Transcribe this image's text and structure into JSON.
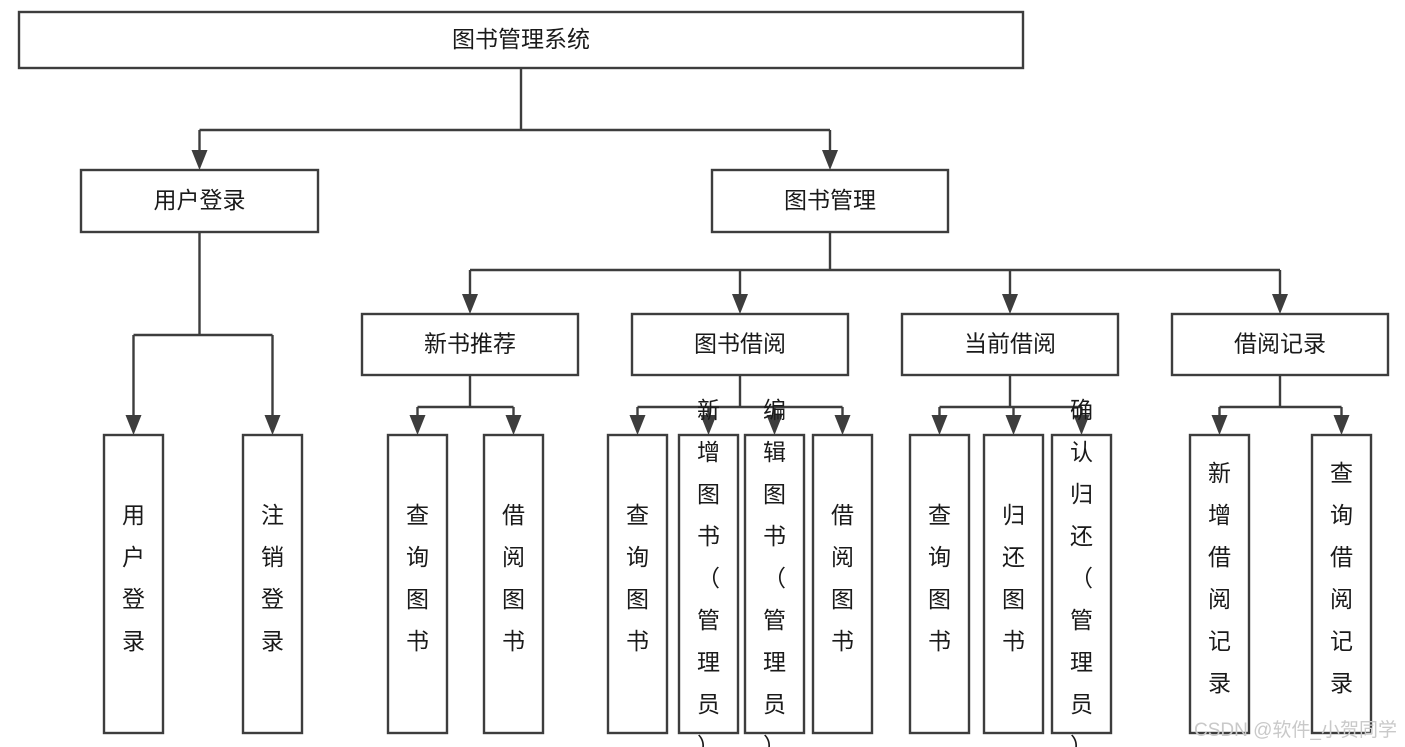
{
  "diagram": {
    "type": "hierarchy-tree",
    "title": "图书管理系统",
    "root": {
      "id": "root",
      "label": "图书管理系统",
      "orientation": "horizontal"
    },
    "level2": [
      {
        "id": "user-login",
        "label": "用户登录",
        "orientation": "horizontal"
      },
      {
        "id": "book-manage",
        "label": "图书管理",
        "orientation": "horizontal"
      }
    ],
    "level3": [
      {
        "id": "new-book-recommend",
        "label": "新书推荐",
        "orientation": "horizontal",
        "parent": "book-manage"
      },
      {
        "id": "book-borrow",
        "label": "图书借阅",
        "orientation": "horizontal",
        "parent": "book-manage"
      },
      {
        "id": "current-borrow",
        "label": "当前借阅",
        "orientation": "horizontal",
        "parent": "book-manage"
      },
      {
        "id": "borrow-record",
        "label": "借阅记录",
        "orientation": "horizontal",
        "parent": "book-manage"
      }
    ],
    "leaves": [
      {
        "id": "leaf-user-login",
        "label": "用户登录",
        "orientation": "vertical",
        "parent": "user-login"
      },
      {
        "id": "leaf-user-logout",
        "label": "注销登录",
        "orientation": "vertical",
        "parent": "user-login"
      },
      {
        "id": "leaf-query-book-1",
        "label": "查询图书",
        "orientation": "vertical",
        "parent": "new-book-recommend"
      },
      {
        "id": "leaf-borrow-book-1",
        "label": "借阅图书",
        "orientation": "vertical",
        "parent": "new-book-recommend"
      },
      {
        "id": "leaf-query-book-2",
        "label": "查询图书",
        "orientation": "vertical",
        "parent": "book-borrow"
      },
      {
        "id": "leaf-add-book",
        "label": "新增图书（管理员）",
        "orientation": "vertical",
        "parent": "book-borrow"
      },
      {
        "id": "leaf-edit-book",
        "label": "编辑图书（管理员）",
        "orientation": "vertical",
        "parent": "book-borrow"
      },
      {
        "id": "leaf-borrow-book-2",
        "label": "借阅图书",
        "orientation": "vertical",
        "parent": "book-borrow"
      },
      {
        "id": "leaf-query-book-3",
        "label": "查询图书",
        "orientation": "vertical",
        "parent": "current-borrow"
      },
      {
        "id": "leaf-return-book",
        "label": "归还图书",
        "orientation": "vertical",
        "parent": "current-borrow"
      },
      {
        "id": "leaf-confirm-return",
        "label": "确认归还（管理员）",
        "orientation": "vertical",
        "parent": "current-borrow"
      },
      {
        "id": "leaf-add-record",
        "label": "新增借阅记录",
        "orientation": "vertical",
        "parent": "borrow-record"
      },
      {
        "id": "leaf-query-record",
        "label": "查询借阅记录",
        "orientation": "vertical",
        "parent": "borrow-record"
      }
    ]
  },
  "watermark": {
    "label": "CSDN @软件_小贺同学"
  },
  "colors": {
    "box_stroke": "#3d3d3d",
    "box_fill": "#ffffff",
    "text": "#1a1a1a",
    "watermark": "#c9c9c9",
    "background": "#ffffff"
  }
}
